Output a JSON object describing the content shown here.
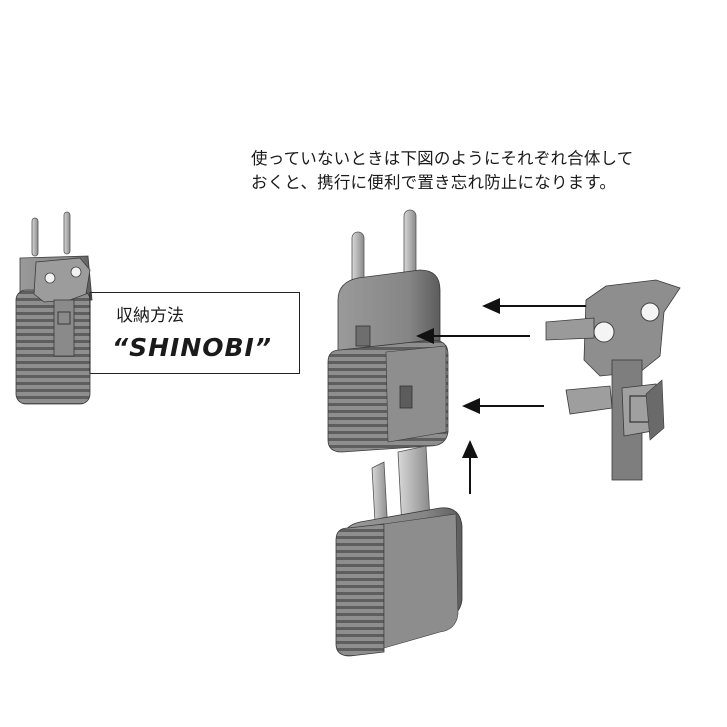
{
  "caption": {
    "line1": "使っていないときは下図のようにそれぞれ合体して",
    "line2": "おくと、携行に便利で置き忘れ防止になります。"
  },
  "label": {
    "title": "収納方法",
    "name": "“SHINOBI”"
  },
  "colors": {
    "body": "#8c8c8c",
    "body_dark": "#5e5e5e",
    "body_light": "#b0b0b0",
    "pin": "#c8c8c8",
    "arrow": "#111111",
    "outline": "#3a3a3a"
  }
}
